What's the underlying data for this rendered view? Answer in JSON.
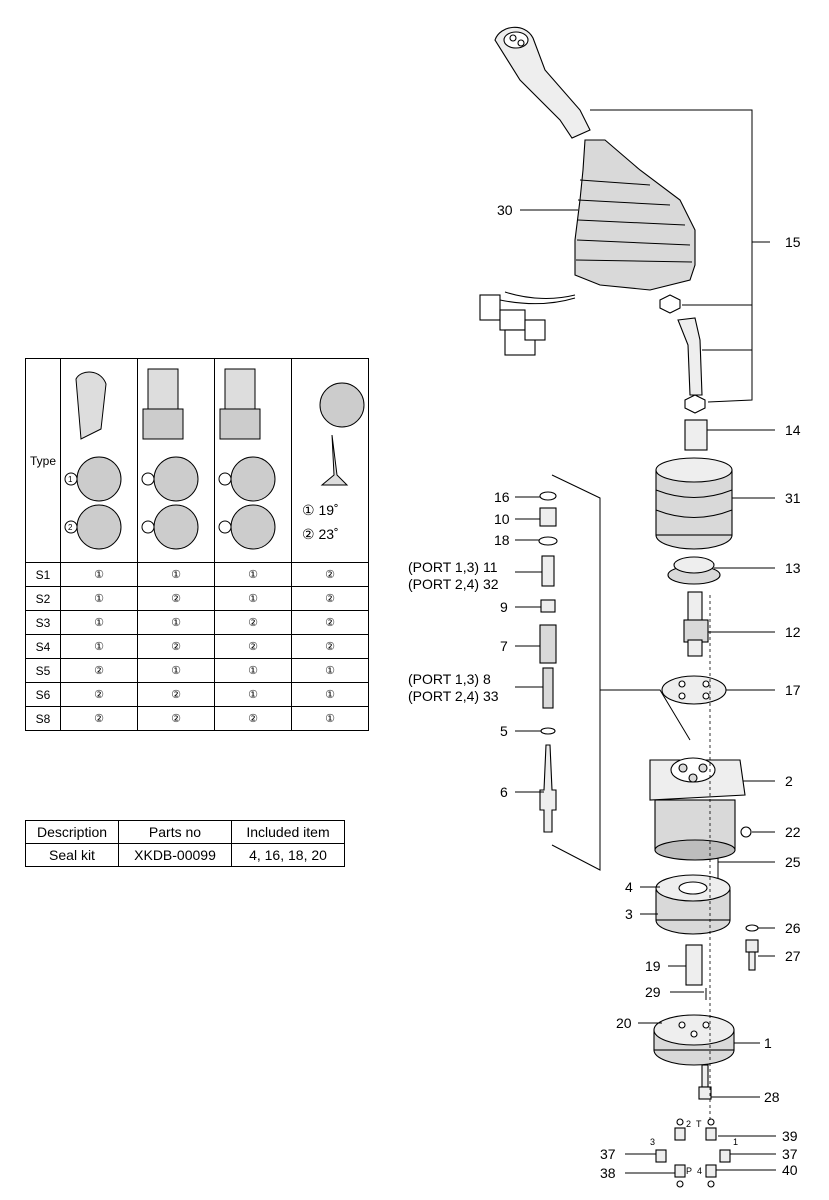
{
  "type_table": {
    "header_label": "Type",
    "angle_options": [
      {
        "marker": "①",
        "value": "19˚"
      },
      {
        "marker": "②",
        "value": "23˚"
      }
    ],
    "rows": [
      {
        "type": "S1",
        "values": [
          "①",
          "①",
          "①",
          "②"
        ]
      },
      {
        "type": "S2",
        "values": [
          "①",
          "②",
          "①",
          "②"
        ]
      },
      {
        "type": "S3",
        "values": [
          "①",
          "①",
          "②",
          "②"
        ]
      },
      {
        "type": "S4",
        "values": [
          "①",
          "②",
          "②",
          "②"
        ]
      },
      {
        "type": "S5",
        "values": [
          "②",
          "①",
          "①",
          "①"
        ]
      },
      {
        "type": "S6",
        "values": [
          "②",
          "②",
          "①",
          "①"
        ]
      },
      {
        "type": "S8",
        "values": [
          "②",
          "②",
          "②",
          "①"
        ]
      }
    ]
  },
  "seal_kit_table": {
    "headers": [
      "Description",
      "Parts no",
      "Included item"
    ],
    "row": [
      "Seal kit",
      "XKDB-00099",
      "4, 16, 18, 20"
    ]
  },
  "part_labels": {
    "p30": "30",
    "p15": "15",
    "p14": "14",
    "p31": "31",
    "p13": "13",
    "p12": "12",
    "p17": "17",
    "p2": "2",
    "p22": "22",
    "p25": "25",
    "p4": "4",
    "p3": "3",
    "p26": "26",
    "p19": "19",
    "p27": "27",
    "p29": "29",
    "p20": "20",
    "p1": "1",
    "p28": "28",
    "p16": "16",
    "p10": "10",
    "p18": "18",
    "p9": "9",
    "p7": "7",
    "p5": "5",
    "p6": "6",
    "port13_a": "(PORT 1,3) 11",
    "port24_a": "(PORT 2,4) 32",
    "port13_b": "(PORT 1,3)  8",
    "port24_b": "(PORT 2,4) 33",
    "p39": "39",
    "p37a": "37",
    "p37b": "37",
    "p38": "38",
    "p40": "40"
  },
  "port_marks": {
    "two": "2",
    "T": "T",
    "three": "3",
    "one": "1",
    "P": "P",
    "four": "4"
  }
}
